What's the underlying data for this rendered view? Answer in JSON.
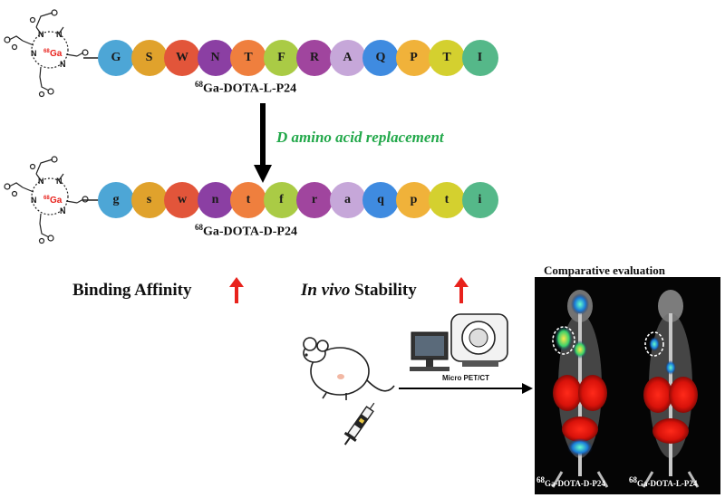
{
  "colors": {
    "G": "#4da6d6",
    "S": "#e0a22c",
    "W": "#e2553a",
    "N": "#8b3fa3",
    "T": "#ef7f3e",
    "F": "#aacb45",
    "R": "#a0459e",
    "A": "#c6a7d9",
    "Q": "#3f8be0",
    "P": "#f0b23a",
    "T2": "#d4d02f",
    "I": "#55b889",
    "arrow_text": "#22a84a",
    "up_arrow": "#e8221c",
    "chelator_metal": "#e8221c"
  },
  "top_peptide": {
    "residues": [
      "G",
      "S",
      "W",
      "N",
      "T",
      "F",
      "R",
      "A",
      "Q",
      "P",
      "T",
      "I"
    ],
    "label_mass": "68",
    "label": "Ga-DOTA-L-P24"
  },
  "bottom_peptide": {
    "residues": [
      "g",
      "s",
      "w",
      "n",
      "t",
      "f",
      "r",
      "a",
      "q",
      "p",
      "t",
      "i"
    ],
    "label_mass": "68",
    "label": "Ga-DOTA-D-P24"
  },
  "chelator": {
    "metal_mass": "68",
    "metal": "Ga",
    "n_label": "N"
  },
  "arrow_text": "D amino acid replacement",
  "binding_affinity": "Binding Affinity",
  "stability_italic": "In vivo",
  "stability_rest": " Stability",
  "micro_pet_label": "Micro PET/CT",
  "comparative_title": "Comparative evaluation",
  "left_scan_mass": "68",
  "left_scan_label": "Ga-DOTA-D-P24",
  "right_scan_mass": "68",
  "right_scan_label": "Ga-DOTA-L-P24"
}
